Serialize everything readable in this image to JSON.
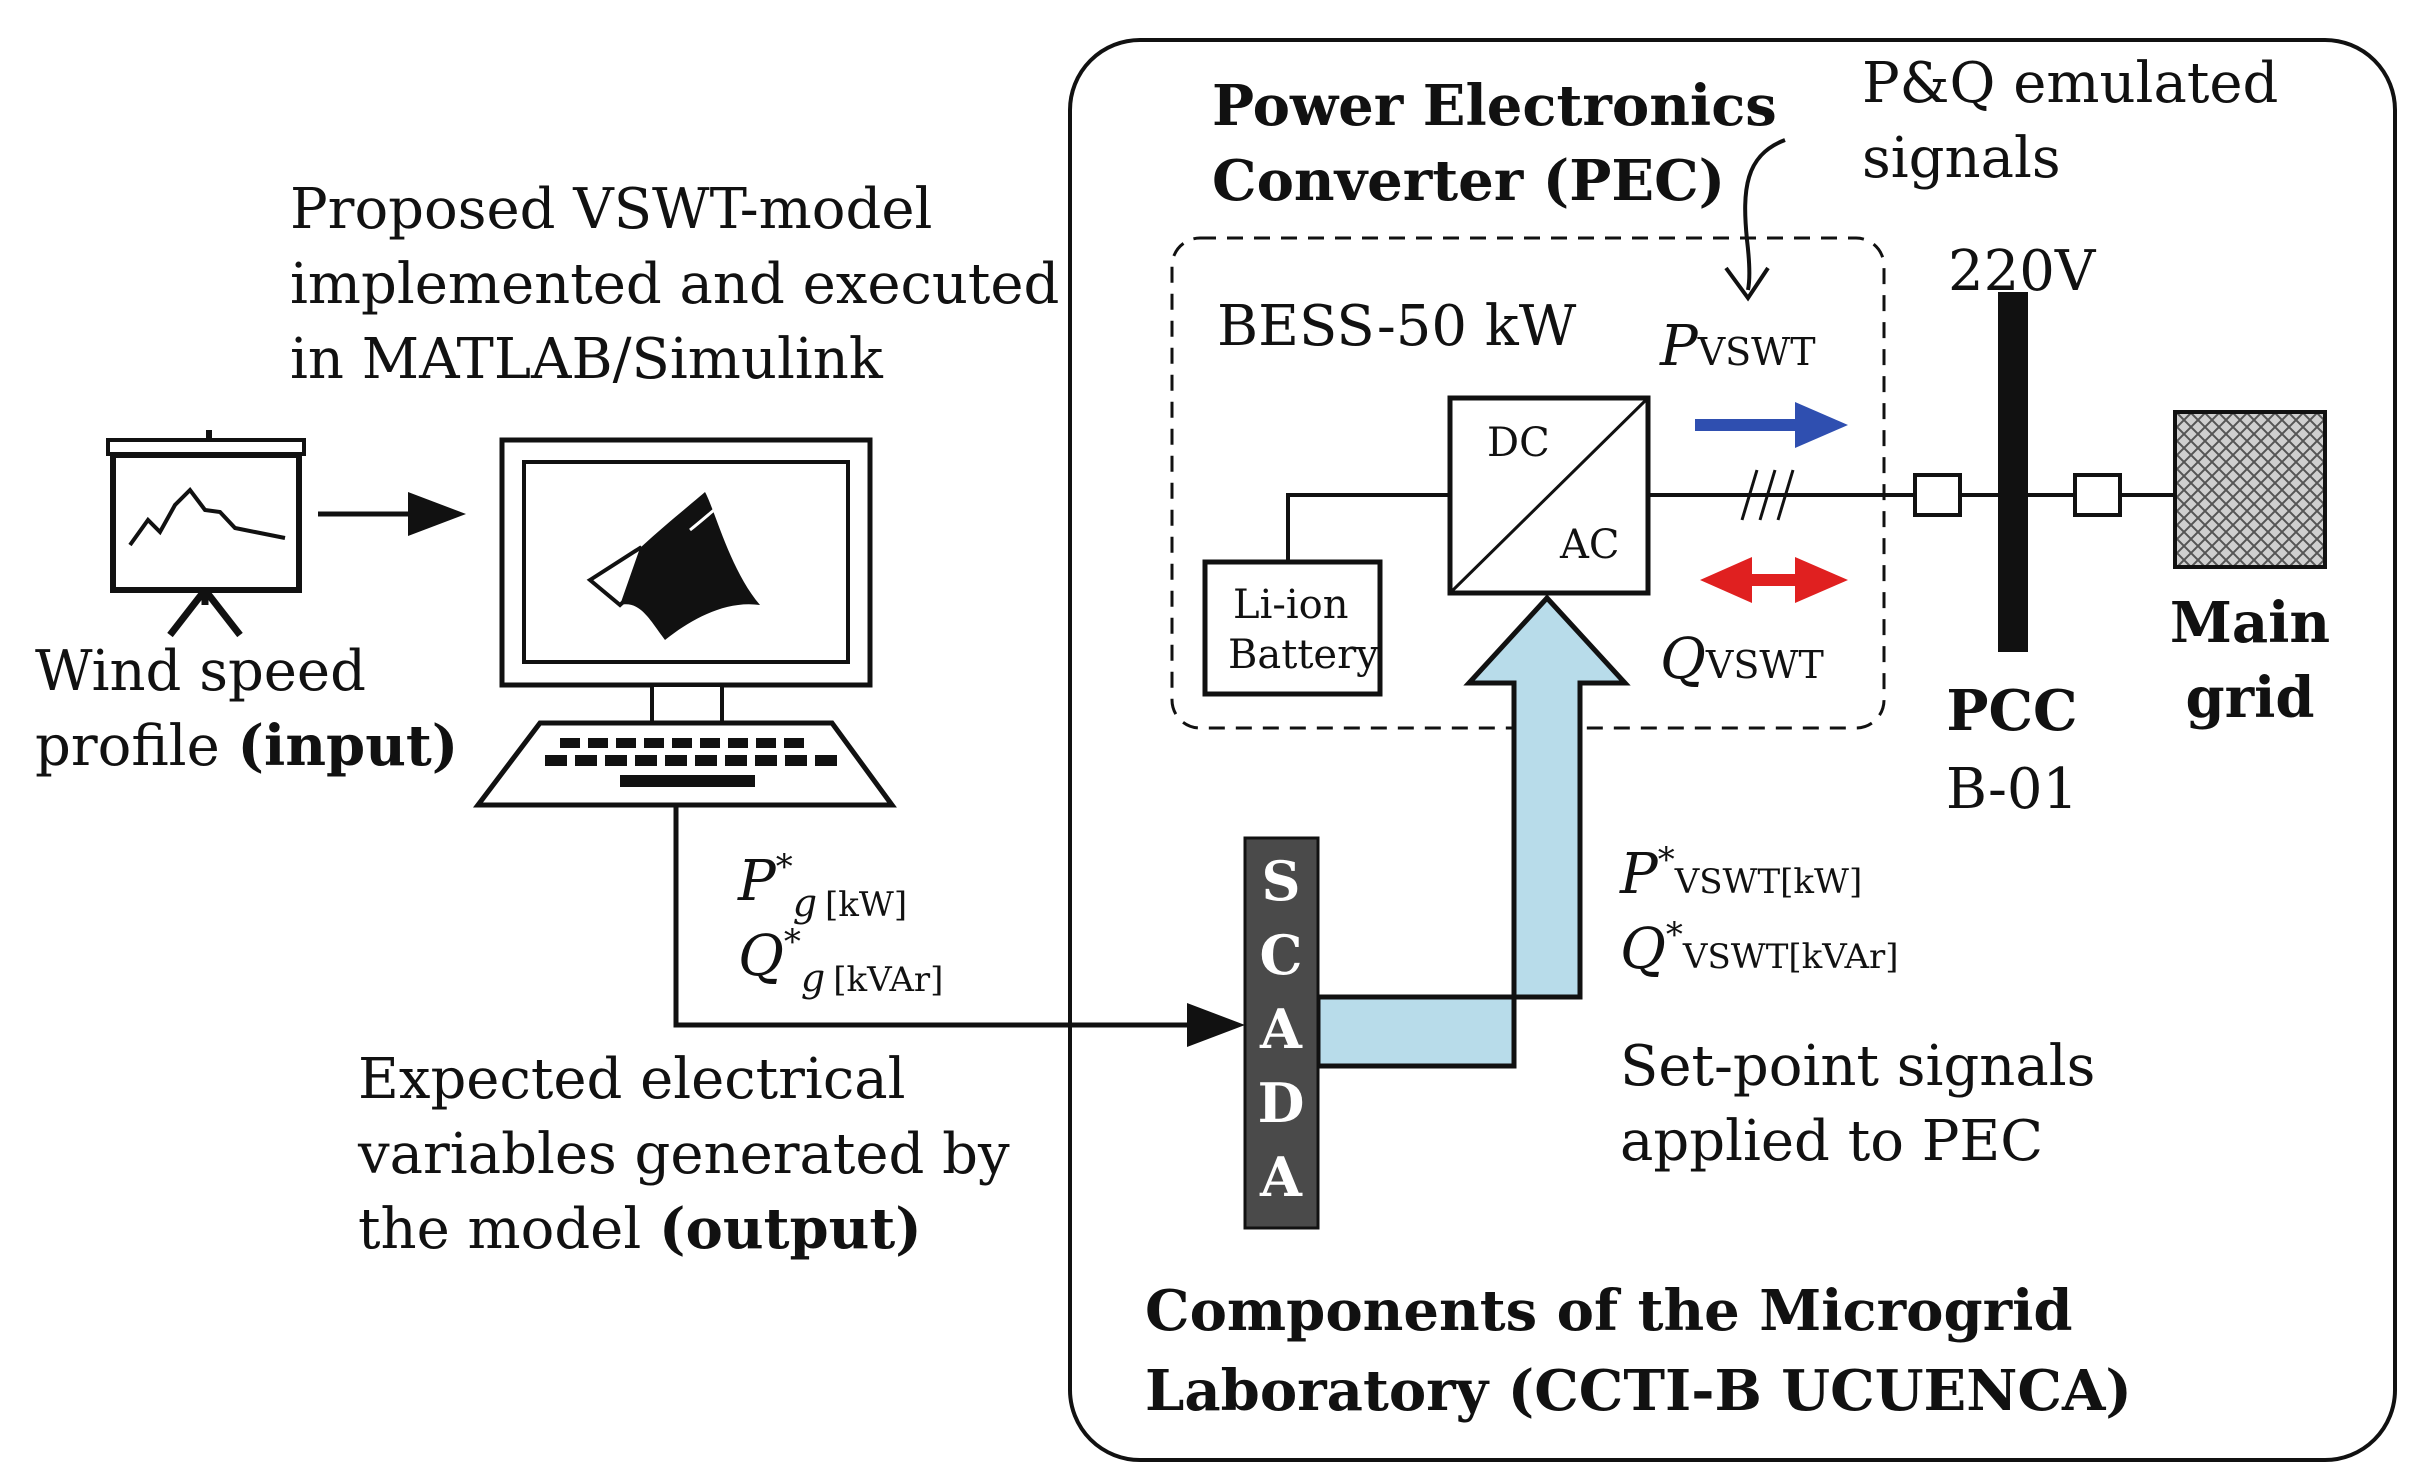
{
  "model_text": {
    "line1": "Proposed VSWT-model",
    "line2": "implemented and executed",
    "line3": "in MATLAB/Simulink"
  },
  "wind_text": {
    "line1": "Wind speed",
    "line2_plain": "profile ",
    "line2_bold": "(input)"
  },
  "setpoints_g": {
    "p_sym": "P",
    "p_sup": "*",
    "p_sub": "g",
    "p_unit": "[kW]",
    "q_sym": "Q",
    "q_sup": "*",
    "q_sub": "g",
    "q_unit": "[kVAr]"
  },
  "expected_text": {
    "line1": "Expected electrical",
    "line2": "variables generated by",
    "line3_plain": "the model ",
    "line3_bold": "(output)"
  },
  "scada_letters": [
    "S",
    "C",
    "A",
    "D",
    "A"
  ],
  "pec_title": {
    "line1": "Power Electronics",
    "line2": "Converter (PEC)"
  },
  "pq_text": {
    "line1": "P&Q emulated",
    "line2": "signals"
  },
  "bess_label": "BESS-50 kW",
  "battery_label": {
    "line1": "Li-ion",
    "line2": "Battery"
  },
  "converter": {
    "dc": "DC",
    "ac": "AC"
  },
  "p_vswt": {
    "sym": "P",
    "sub": "VSWT"
  },
  "q_vswt": {
    "sym": "Q",
    "sub": "VSWT"
  },
  "voltage_label": "220V",
  "pcc_label": {
    "line1": "PCC",
    "line2": "B-01"
  },
  "main_grid": {
    "line1": "Main",
    "line2": "grid"
  },
  "setpoints_vswt": {
    "p_sym": "P",
    "p_sup": "*",
    "p_sub": "VSWT[kW]",
    "q_sym": "Q",
    "q_sup": "*",
    "q_sub": "VSWT[kVAr]"
  },
  "setpoint_text": {
    "line1": "Set-point signals",
    "line2": "applied to PEC"
  },
  "lab_text": {
    "line1": "Components of the Microgrid",
    "line2": "Laboratory (CCTI-B UCUENCA)"
  },
  "colors": {
    "p_arrow": "#2f4fb0",
    "q_arrow": "#e02020",
    "scada_fill": "#4a4a4a",
    "setpoint_arrow": "#b8dcea"
  },
  "icons": [
    "projector-icon",
    "computer-icon",
    "matlab-logo-icon",
    "grid-hatch-icon"
  ]
}
